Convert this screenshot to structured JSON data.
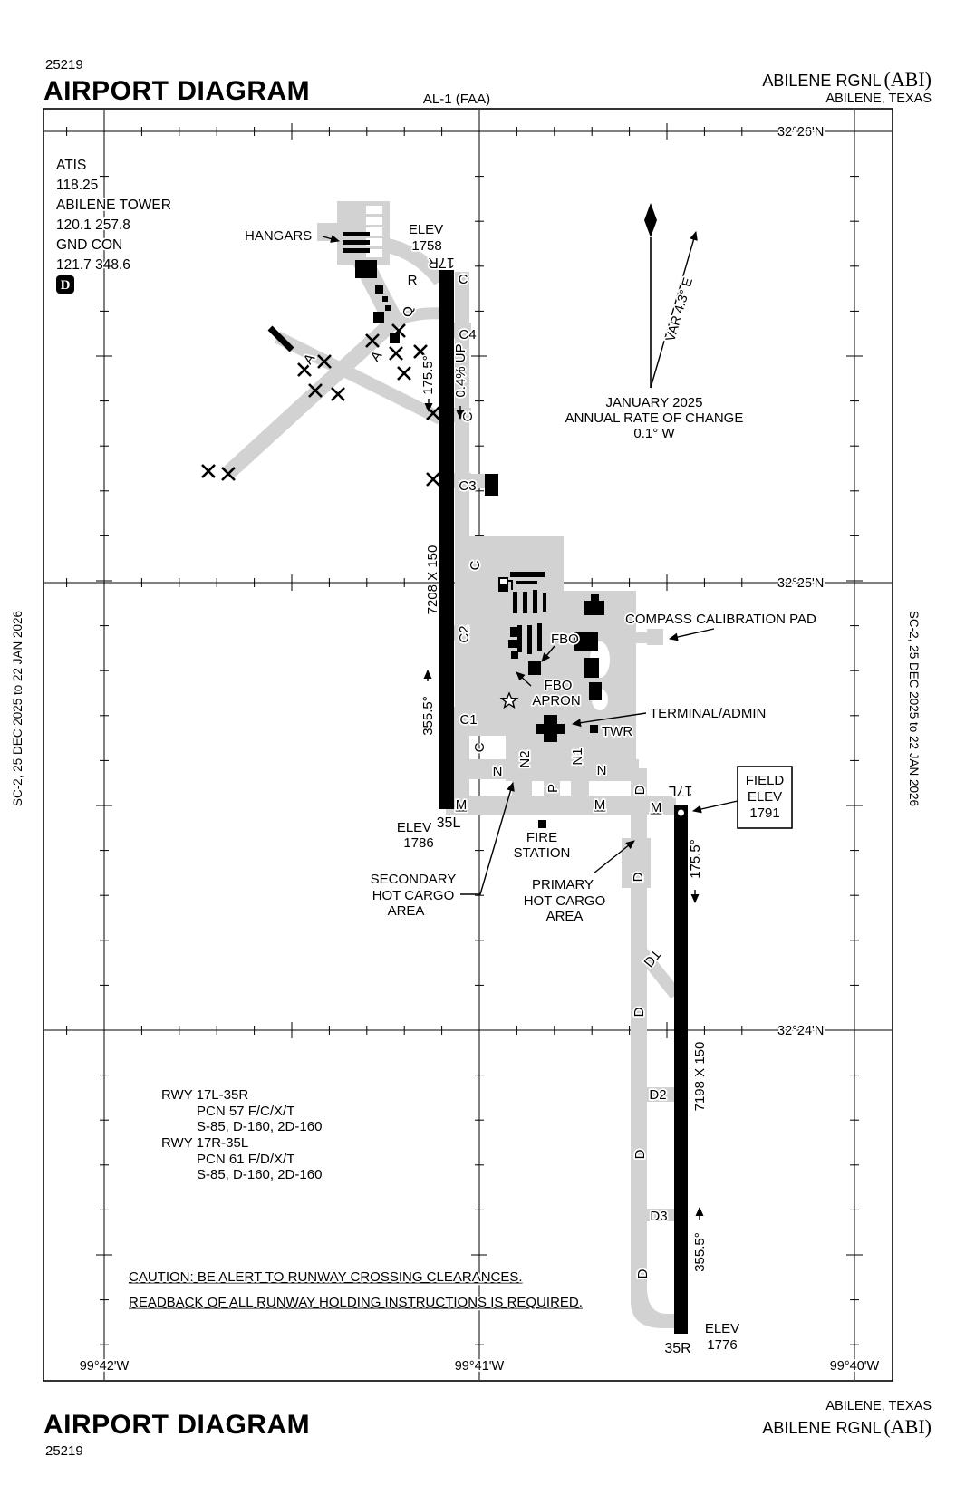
{
  "header": {
    "chart_number": "25219",
    "title": "AIRPORT DIAGRAM",
    "chart_code": "AL-1 (FAA)",
    "airport_name": "ABILENE RGNL",
    "airport_id": "(ABI)",
    "city": "ABILENE, TEXAS"
  },
  "footer": {
    "title": "AIRPORT DIAGRAM",
    "chart_number": "25219",
    "city": "ABILENE, TEXAS",
    "airport_name": "ABILENE RGNL",
    "airport_id": "(ABI)"
  },
  "margin": {
    "edition": "SC-2,  25 DEC 2025  to  22 JAN 2026"
  },
  "comms": {
    "atis_label": "ATIS",
    "atis": "118.25",
    "twr_label": "ABILENE TOWER",
    "twr": "120.1  257.8",
    "gnd_label": "GND CON",
    "gnd": "121.7  348.6",
    "datis": "D"
  },
  "grid": {
    "lat": [
      "32°26'N",
      "32°25'N",
      "32°24'N"
    ],
    "lon": [
      "99°42'W",
      "99°41'W",
      "99°40'W"
    ]
  },
  "north": {
    "variation": "VAR 4.3° E",
    "line1": "JANUARY 2025",
    "line2": "ANNUAL RATE OF CHANGE",
    "line3": "0.1° W"
  },
  "labels": {
    "hangars": "HANGARS",
    "elev": "ELEV",
    "elev_1758": "1758",
    "elev_1786": "1786",
    "elev_1776": "1776",
    "field_elev_l1": "FIELD",
    "field_elev_l2": "ELEV",
    "field_elev_l3": "1791",
    "fbo": "FBO",
    "fbo_apron_l1": "FBO",
    "fbo_apron_l2": "APRON",
    "compass_pad": "COMPASS CALIBRATION PAD",
    "terminal": "TERMINAL/ADMIN",
    "twr": "TWR",
    "fire_l1": "FIRE",
    "fire_l2": "STATION",
    "sec_l1": "SECONDARY",
    "sec_l2": "HOT CARGO",
    "sec_l3": "AREA",
    "pri_l1": "PRIMARY",
    "pri_l2": "HOT CARGO",
    "pri_l3": "AREA"
  },
  "runways": {
    "r1": {
      "end1": "17R",
      "end2": "35L",
      "dim": "7208 X 150",
      "hdg_n": "355.5°",
      "hdg_s": "175.5°",
      "slope": "0.4% UP"
    },
    "r2": {
      "end1": "17L",
      "end2": "35R",
      "dim": "7198 X 150",
      "hdg_n": "355.5°",
      "hdg_s": "175.5°"
    }
  },
  "taxiways": {
    "a": "A",
    "c": "C",
    "c1": "C1",
    "c2": "C2",
    "c3": "C3",
    "c4": "C4",
    "d": "D",
    "d1": "D1",
    "d2": "D2",
    "d3": "D3",
    "m": "M",
    "n": "N",
    "n1": "N1",
    "n2": "N2",
    "p": "P",
    "q": "Q",
    "r": "R"
  },
  "rwy_data": [
    "RWY 17L-35R",
    "PCN 57 F/C/X/T",
    "S-85, D-160, 2D-160",
    "RWY 17R-35L",
    "PCN 61 F/D/X/T",
    "S-85, D-160, 2D-160"
  ],
  "caution": [
    "CAUTION:  BE ALERT TO RUNWAY CROSSING CLEARANCES.",
    "READBACK OF ALL RUNWAY HOLDING INSTRUCTIONS IS REQUIRED."
  ],
  "colors": {
    "taxiway_gray": "#d2d2d2",
    "ink": "#000000"
  }
}
